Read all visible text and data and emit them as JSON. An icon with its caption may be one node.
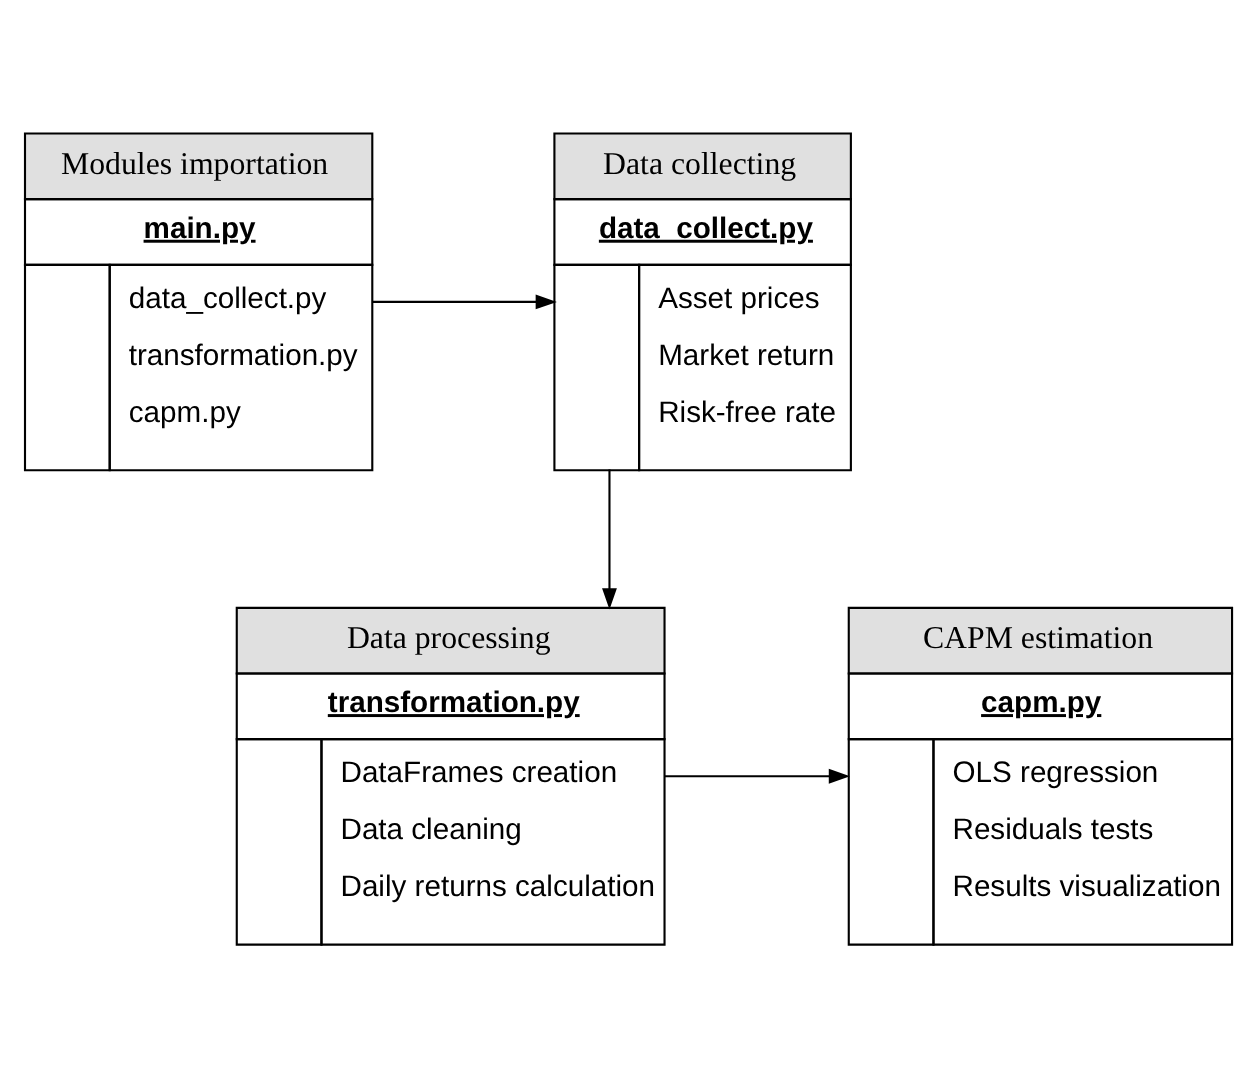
{
  "diagram": {
    "nodes": [
      {
        "text": [
          "Modules importation",
          "main.py",
          "data_collect.py",
          "transformation.py",
          "capm.py"
        ]
      },
      {
        "text": [
          "Data collecting",
          "data_collect.py",
          "Asset prices",
          "Market return",
          "Risk-free rate"
        ]
      },
      {
        "text": [
          "Data processing",
          "transformation.py",
          "DataFrames creation",
          "Data cleaning",
          "Daily returns calculation"
        ]
      },
      {
        "text": [
          "CAPM estimation",
          "capm.py",
          "OLS regression",
          "Residuals tests",
          "Results visualization"
        ]
      }
    ],
    "edges": [
      {
        "from": 0,
        "to": 1,
        "arrow": "to"
      },
      {
        "from": 1,
        "to": 2,
        "arrow": "to"
      },
      {
        "from": 2,
        "to": 3,
        "arrow": "to"
      }
    ]
  }
}
